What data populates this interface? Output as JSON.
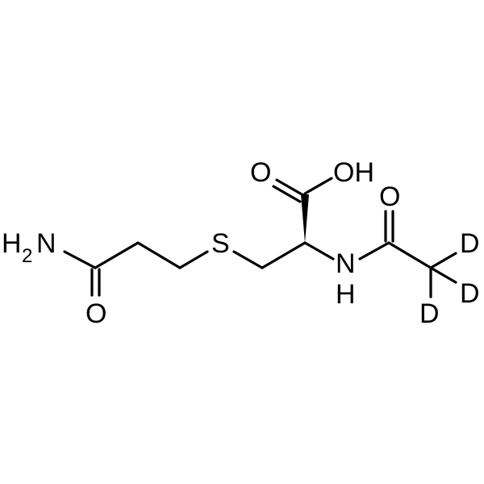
{
  "molecule": {
    "atom_labels": {
      "amide_nh2_h": "H",
      "amide_nh2_sub": "2",
      "amide_nh2_n": "N",
      "amide_o": "O",
      "sulfur": "S",
      "acid_o": "O",
      "acid_oh": "OH",
      "nh_n": "N",
      "nh_h": "H",
      "acetyl_o": "O",
      "deuterium_1": "D",
      "deuterium_2": "D",
      "deuterium_3": "D"
    },
    "colors": {
      "bond": "#000000",
      "label": "#000000",
      "background": "#ffffff"
    }
  }
}
